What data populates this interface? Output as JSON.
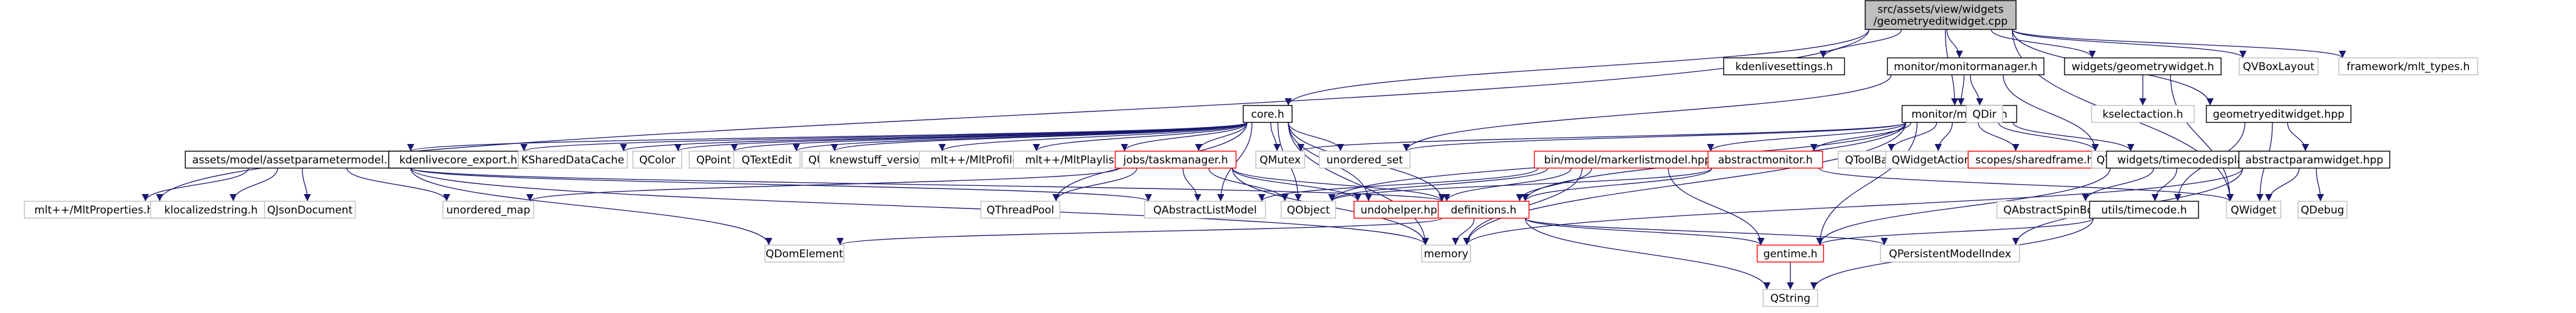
{
  "colors": {
    "edge": "#191970",
    "root_fill": "#bfbfbf",
    "root_border": "#000000",
    "normal_border": "#000000",
    "system_border": "#bfbfbf",
    "missing_border": "#ff0000",
    "text": "#000000"
  },
  "nodes": [
    {
      "id": "root",
      "lines": [
        "src/assets/view/widgets",
        "/geometryeditwidget.cpp"
      ],
      "kind": "root"
    },
    {
      "id": "kdenlivesettings",
      "lines": [
        "kdenlivesettings.h"
      ],
      "kind": "normal"
    },
    {
      "id": "monitormanager",
      "lines": [
        "monitor/monitormanager.h"
      ],
      "kind": "normal"
    },
    {
      "id": "geometrywidget",
      "lines": [
        "widgets/geometrywidget.h"
      ],
      "kind": "normal"
    },
    {
      "id": "qvboxlayout",
      "lines": [
        "QVBoxLayout"
      ],
      "kind": "system"
    },
    {
      "id": "mlt_types",
      "lines": [
        "framework/mlt_types.h"
      ],
      "kind": "system"
    },
    {
      "id": "core",
      "lines": [
        "core.h"
      ],
      "kind": "normal"
    },
    {
      "id": "monitor",
      "lines": [
        "monitor/monitor.h"
      ],
      "kind": "normal"
    },
    {
      "id": "qdir",
      "lines": [
        "QDir"
      ],
      "kind": "system"
    },
    {
      "id": "kselectaction",
      "lines": [
        "kselectaction.h"
      ],
      "kind": "system"
    },
    {
      "id": "geometryeditwidget_hpp",
      "lines": [
        "geometryeditwidget.hpp"
      ],
      "kind": "normal"
    },
    {
      "id": "assetparametermodel",
      "lines": [
        "assets/model/assetparametermodel.hpp"
      ],
      "kind": "normal"
    },
    {
      "id": "kdenlivecore_export",
      "lines": [
        "kdenlivecore_export.h"
      ],
      "kind": "normal"
    },
    {
      "id": "ksharedatacache",
      "lines": [
        "KSharedDataCache"
      ],
      "kind": "system"
    },
    {
      "id": "qcolor",
      "lines": [
        "QColor"
      ],
      "kind": "system"
    },
    {
      "id": "qpoint",
      "lines": [
        "QPoint"
      ],
      "kind": "system"
    },
    {
      "id": "qtextedit",
      "lines": [
        "QTextEdit"
      ],
      "kind": "system"
    },
    {
      "id": "qurl",
      "lines": [
        "QUrl"
      ],
      "kind": "system"
    },
    {
      "id": "knewstuff_version",
      "lines": [
        "knewstuff_version.h"
      ],
      "kind": "system"
    },
    {
      "id": "mltprofile",
      "lines": [
        "mlt++/MltProfile.h"
      ],
      "kind": "system"
    },
    {
      "id": "mltplaylist",
      "lines": [
        "mlt++/MltPlaylist.h"
      ],
      "kind": "system"
    },
    {
      "id": "taskmanager",
      "lines": [
        "jobs/taskmanager.h"
      ],
      "kind": "missing"
    },
    {
      "id": "qmutex",
      "lines": [
        "QMutex"
      ],
      "kind": "system"
    },
    {
      "id": "unordered_set",
      "lines": [
        "unordered_set"
      ],
      "kind": "system"
    },
    {
      "id": "markerlistmodel",
      "lines": [
        "bin/model/markerlistmodel.hpp"
      ],
      "kind": "missing"
    },
    {
      "id": "abstractmonitor",
      "lines": [
        "abstractmonitor.h"
      ],
      "kind": "missing"
    },
    {
      "id": "qtoolbar",
      "lines": [
        "QToolBar"
      ],
      "kind": "system"
    },
    {
      "id": "qwidgetaction",
      "lines": [
        "QWidgetAction"
      ],
      "kind": "system"
    },
    {
      "id": "sharedframe",
      "lines": [
        "scopes/sharedframe.h"
      ],
      "kind": "missing"
    },
    {
      "id": "qtimer",
      "lines": [
        "QTimer"
      ],
      "kind": "system"
    },
    {
      "id": "timecodedisplay",
      "lines": [
        "widgets/timecodedisplay.h"
      ],
      "kind": "normal"
    },
    {
      "id": "abstractparamwidget",
      "lines": [
        "abstractparamwidget.hpp"
      ],
      "kind": "normal"
    },
    {
      "id": "mltproperties",
      "lines": [
        "mlt++/MltProperties.h"
      ],
      "kind": "system"
    },
    {
      "id": "klocalizedstring",
      "lines": [
        "klocalizedstring.h"
      ],
      "kind": "system"
    },
    {
      "id": "qjsondocument",
      "lines": [
        "QJsonDocument"
      ],
      "kind": "system"
    },
    {
      "id": "unordered_map",
      "lines": [
        "unordered_map"
      ],
      "kind": "system"
    },
    {
      "id": "qthreadpool",
      "lines": [
        "QThreadPool"
      ],
      "kind": "system"
    },
    {
      "id": "qabstractlistmodel",
      "lines": [
        "QAbstractListModel"
      ],
      "kind": "system"
    },
    {
      "id": "qobject",
      "lines": [
        "QObject"
      ],
      "kind": "system"
    },
    {
      "id": "undohelper",
      "lines": [
        "undohelper.hpp"
      ],
      "kind": "missing"
    },
    {
      "id": "definitions",
      "lines": [
        "definitions.h"
      ],
      "kind": "missing"
    },
    {
      "id": "qabstractspinbox",
      "lines": [
        "QAbstractSpinBox"
      ],
      "kind": "system"
    },
    {
      "id": "utils_timecode",
      "lines": [
        "utils/timecode.h"
      ],
      "kind": "normal"
    },
    {
      "id": "qwidget",
      "lines": [
        "QWidget"
      ],
      "kind": "system"
    },
    {
      "id": "qdebug",
      "lines": [
        "QDebug"
      ],
      "kind": "system"
    },
    {
      "id": "qdomelement",
      "lines": [
        "QDomElement"
      ],
      "kind": "system"
    },
    {
      "id": "memory",
      "lines": [
        "memory"
      ],
      "kind": "system"
    },
    {
      "id": "gentime",
      "lines": [
        "gentime.h"
      ],
      "kind": "missing"
    },
    {
      "id": "qpersistentmodelindex",
      "lines": [
        "QPersistentModelIndex"
      ],
      "kind": "system"
    },
    {
      "id": "qstring",
      "lines": [
        "QString"
      ],
      "kind": "system"
    }
  ],
  "edges": [
    [
      "root",
      "kdenlivesettings"
    ],
    [
      "root",
      "monitormanager"
    ],
    [
      "root",
      "geometrywidget"
    ],
    [
      "root",
      "qvboxlayout"
    ],
    [
      "root",
      "mlt_types"
    ],
    [
      "root",
      "core"
    ],
    [
      "root",
      "monitor"
    ],
    [
      "root",
      "geometryeditwidget_hpp"
    ],
    [
      "root",
      "mltproperties"
    ],
    [
      "root",
      "qwidget"
    ],
    [
      "monitormanager",
      "monitor"
    ],
    [
      "monitormanager",
      "qdir"
    ],
    [
      "monitormanager",
      "qtimer"
    ],
    [
      "monitormanager",
      "unordered_set"
    ],
    [
      "geometrywidget",
      "kselectaction"
    ],
    [
      "geometrywidget",
      "qwidget"
    ],
    [
      "geometryeditwidget_hpp",
      "abstractparamwidget"
    ],
    [
      "geometryeditwidget_hpp",
      "qwidget"
    ],
    [
      "geometryeditwidget_hpp",
      "utils_timecode"
    ],
    [
      "abstractparamwidget",
      "qwidget"
    ],
    [
      "abstractparamwidget",
      "qdebug"
    ],
    [
      "abstractparamwidget",
      "qpersistentmodelindex"
    ],
    [
      "abstractparamwidget",
      "memory"
    ],
    [
      "core",
      "assetparametermodel"
    ],
    [
      "core",
      "kdenlivecore_export"
    ],
    [
      "core",
      "ksharedatacache"
    ],
    [
      "core",
      "qcolor"
    ],
    [
      "core",
      "qpoint"
    ],
    [
      "core",
      "qtextedit"
    ],
    [
      "core",
      "qurl"
    ],
    [
      "core",
      "knewstuff_version"
    ],
    [
      "core",
      "mltprofile"
    ],
    [
      "core",
      "mltplaylist"
    ],
    [
      "core",
      "taskmanager"
    ],
    [
      "core",
      "qmutex"
    ],
    [
      "core",
      "qobject"
    ],
    [
      "core",
      "undohelper"
    ],
    [
      "core",
      "definitions"
    ],
    [
      "core",
      "unordered_set"
    ],
    [
      "core",
      "memory"
    ],
    [
      "core",
      "qthreadpool"
    ],
    [
      "core",
      "qabstractlistmodel"
    ],
    [
      "monitor",
      "markerlistmodel"
    ],
    [
      "monitor",
      "abstractmonitor"
    ],
    [
      "monitor",
      "qtoolbar"
    ],
    [
      "monitor",
      "qwidgetaction"
    ],
    [
      "monitor",
      "sharedframe"
    ],
    [
      "monitor",
      "qtimer"
    ],
    [
      "monitor",
      "timecodedisplay"
    ],
    [
      "monitor",
      "definitions"
    ],
    [
      "monitor",
      "gentime"
    ],
    [
      "monitor",
      "memory"
    ],
    [
      "monitor",
      "unordered_set"
    ],
    [
      "monitor",
      "qmutex"
    ],
    [
      "monitor",
      "qobject"
    ],
    [
      "assetparametermodel",
      "mltproperties"
    ],
    [
      "assetparametermodel",
      "klocalizedstring"
    ],
    [
      "assetparametermodel",
      "qjsondocument"
    ],
    [
      "assetparametermodel",
      "unordered_map"
    ],
    [
      "assetparametermodel",
      "qabstractlistmodel"
    ],
    [
      "assetparametermodel",
      "qdomelement"
    ],
    [
      "assetparametermodel",
      "memory"
    ],
    [
      "assetparametermodel",
      "definitions"
    ],
    [
      "taskmanager",
      "qthreadpool"
    ],
    [
      "taskmanager",
      "qabstractlistmodel"
    ],
    [
      "taskmanager",
      "qobject"
    ],
    [
      "taskmanager",
      "unordered_map"
    ],
    [
      "taskmanager",
      "definitions"
    ],
    [
      "taskmanager",
      "memory"
    ],
    [
      "taskmanager",
      "undohelper"
    ],
    [
      "markerlistmodel",
      "qabstractlistmodel"
    ],
    [
      "markerlistmodel",
      "definitions"
    ],
    [
      "markerlistmodel",
      "gentime"
    ],
    [
      "markerlistmodel",
      "undohelper"
    ],
    [
      "markerlistmodel",
      "memory"
    ],
    [
      "markerlistmodel",
      "qobject"
    ],
    [
      "abstractmonitor",
      "qwidget"
    ],
    [
      "abstractmonitor",
      "definitions"
    ],
    [
      "abstractmonitor",
      "qobject"
    ],
    [
      "timecodedisplay",
      "qabstractspinbox"
    ],
    [
      "timecodedisplay",
      "utils_timecode"
    ],
    [
      "timecodedisplay",
      "gentime"
    ],
    [
      "utils_timecode",
      "qstring"
    ],
    [
      "utils_timecode",
      "gentime"
    ],
    [
      "definitions",
      "qdomelement"
    ],
    [
      "definitions",
      "memory"
    ],
    [
      "definitions",
      "gentime"
    ],
    [
      "definitions",
      "qpersistentmodelindex"
    ],
    [
      "definitions",
      "qstring"
    ],
    [
      "gentime",
      "qstring"
    ]
  ]
}
